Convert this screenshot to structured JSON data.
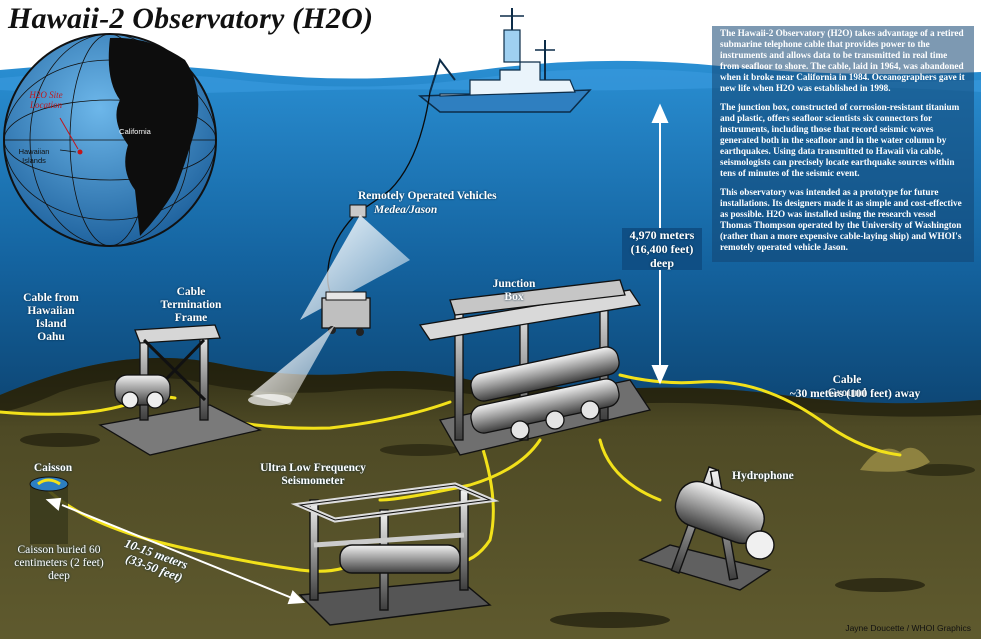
{
  "title": "Hawaii-2 Observatory (H2O)",
  "info_paragraphs": [
    "The Hawaii-2 Observatory (H2O) takes advantage of a retired submarine telephone cable that provides power to the instruments and allows data to be transmitted in real time from seafloor to shore. The cable, laid in 1964, was abandoned when it broke near California in 1984. Oceanographers gave it new life when H2O was established in 1998.",
    "The junction box, constructed of corrosion-resistant titanium and plastic, offers seafloor scientists six connectors for instruments, including those that record seismic waves generated both in the seafloor and in the water column by earthquakes. Using data transmitted to Hawaii via cable, seismologists can precisely locate earthquake sources within tens of minutes of the seismic event.",
    "This observatory was intended as a prototype for future installations. Its designers made it as simple and cost-effective as possible. H2O was installed using the research vessel Thomas Thompson operated by the University of Washington (rather than a more expensive cable-laying ship) and WHOI's remotely operated vehicle Jason."
  ],
  "globe": {
    "site_label": "H2O Site Location",
    "islands_label": "Hawaiian Islands",
    "california_label": "California"
  },
  "labels": {
    "rov_title": "Remotely Operated Vehicles",
    "rov_names": "Medea/Jason",
    "depth_meters": "4,970 meters",
    "depth_feet": "(16,400 feet)",
    "depth_word": "deep",
    "cable_from": "Cable from Hawaiian Island Oahu",
    "termination_frame": "Cable Termination Frame",
    "junction_box": "Junction Box",
    "cable_ground": "Cable Ground",
    "cable_ground_distance": "~30 meters (100 feet) away",
    "caisson": "Caisson",
    "caisson_depth": "Caisson buried 60 centimeters (2 feet) deep",
    "seismometer": "Ultra Low Frequency Seismometer",
    "hydrophone": "Hydrophone",
    "distance_meters": "10-15 meters",
    "distance_feet": "(33-50 feet)"
  },
  "credit": "Jayne Doucette / WHOI Graphics",
  "colors": {
    "sky": "#ffffff",
    "ocean_top": "#1f7fc4",
    "ocean_bottom": "#06213a",
    "seafloor": "#4e4a25",
    "cable": "#f2e11a",
    "site_marker": "#c2161c"
  }
}
